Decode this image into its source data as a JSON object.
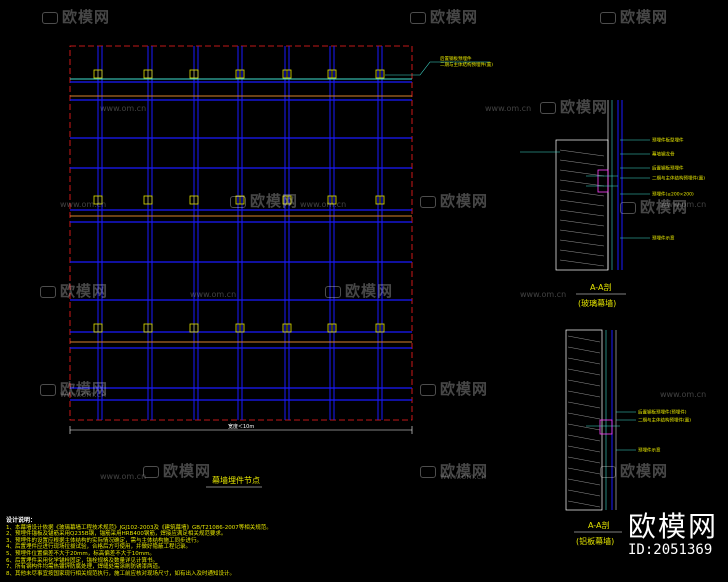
{
  "watermarks": {
    "brand_cn": "欧模网",
    "url": "www.om.cn"
  },
  "main_drawing": {
    "title": "幕墙埋件节点",
    "width_label": "宽度＜10m",
    "top_callout": [
      "后置钢板预埋件",
      "二期与主体结构预埋件(置)"
    ]
  },
  "section_glass": {
    "title": "A-A剖",
    "subtitle": "(玻璃幕墙)",
    "callouts": [
      "预埋件板型埋件",
      "幕墙钢龙骨",
      "后置钢板预埋件",
      "二期与主体结构预埋件(置)",
      "预埋件(≥200×200)",
      "预埋件示意"
    ]
  },
  "section_stone": {
    "title": "A-A剖",
    "subtitle": "(铝板幕墙)",
    "callouts": [
      "后置钢板预埋件(预埋件)",
      "二期与主体结构预埋件(置)",
      "预埋件示意"
    ]
  },
  "notes": {
    "header": "设计说明：",
    "lines": [
      "1、本幕墙设计依据《玻璃幕墙工程技术规范》JGJ102-2003及《建筑幕墙》GB/T21086-2007等相关规范。",
      "2、预埋件锚板及锚筋采用Q235B钢，锚筋采用HRB400钢筋，焊接应满足相关规范要求。",
      "3、预埋件的设置应根据主体结构的实际情况确定，需与主体结构施工同步进行。",
      "4、后置埋件应进行现场拉拔试验，合格后方可使用，并做好隐蔽工程记录。",
      "5、预埋件位置偏差不大于20mm，标高偏差不大于10mm。",
      "6、后置埋件采用化学锚栓固定，锚栓规格及数量详见计算书。",
      "7、所有钢构件均需热镀锌防腐处理，焊缝处需涂刷防锈漆两道。",
      "8、其他未尽事宜按国家现行相关规范执行，施工前应核对现场尺寸，如有出入及时通知设计。"
    ]
  },
  "brand_footer": {
    "name": "欧模网",
    "id_label": "ID:2051369"
  },
  "colors": {
    "background": "#000000",
    "grid_blue": "#1a1aff",
    "dashed_red": "#ff2020",
    "band_orange": "#d9822b",
    "slab_cyan": "#40e0d0",
    "bracket": "#e6e600",
    "plate_magenta": "#ff40ff",
    "text_yellow": "#e6e600",
    "white": "#ffffff"
  }
}
